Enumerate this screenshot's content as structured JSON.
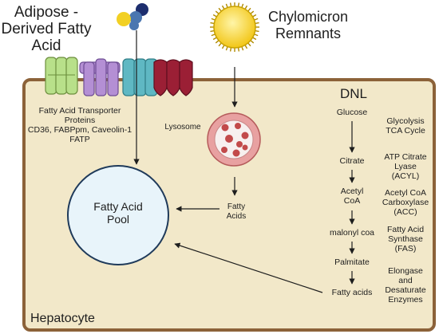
{
  "source_label": [
    "Adipose -",
    "Derived Fatty",
    "Acid"
  ],
  "chylomicron_label": [
    "Chylomicron",
    "Remnants"
  ],
  "transporter_label": [
    "Fatty Acid Transporter",
    "Proteins",
    "CD36, FABPpm, Caveolin-1",
    "FATP"
  ],
  "lysosome_label": "Lysosome",
  "fatty_acids_label": [
    "Fatty",
    "Acids"
  ],
  "pool_label": [
    "Fatty Acid",
    "Pool"
  ],
  "cell_label": "Hepatocyte",
  "dnl": {
    "title": "DNL",
    "metabolites": [
      [
        "Glucose"
      ],
      [
        "Citrate"
      ],
      [
        "Acetyl",
        "CoA"
      ],
      [
        "malonyl coa"
      ],
      [
        "Palmitate"
      ],
      [
        "Fatty acids"
      ]
    ],
    "enzymes": [
      [
        "Glycolysis",
        "TCA Cycle"
      ],
      [
        "ATP Citrate",
        "Lyase",
        "(ACYL)"
      ],
      [
        "Acetyl CoA",
        "Carboxylase",
        "(ACC)"
      ],
      [
        "Fatty Acid",
        "Synthase",
        "(FAS)"
      ],
      [
        "Elongase",
        "and",
        "Desaturate",
        "Enzymes"
      ]
    ]
  },
  "colors": {
    "cell_fill": "#f2e8c9",
    "cell_border": "#8c6239",
    "pool_fill": "#e8f4fa",
    "pool_border": "#1f3a5a",
    "chylomicron": "#f6d11c",
    "lysosome_outer": "#e8a1a1",
    "lysosome_inner": "#f7f0ef",
    "lysosome_particle": "#c24a4a",
    "transporter_green": "#b8e08a",
    "transporter_purple": "#b48fd4",
    "transporter_teal": "#5fb8c3",
    "transporter_red": "#9b1f35",
    "fa_yellow": "#f2d024",
    "fa_blue": "#4a76b0",
    "fa_navy": "#1d2e6e"
  }
}
